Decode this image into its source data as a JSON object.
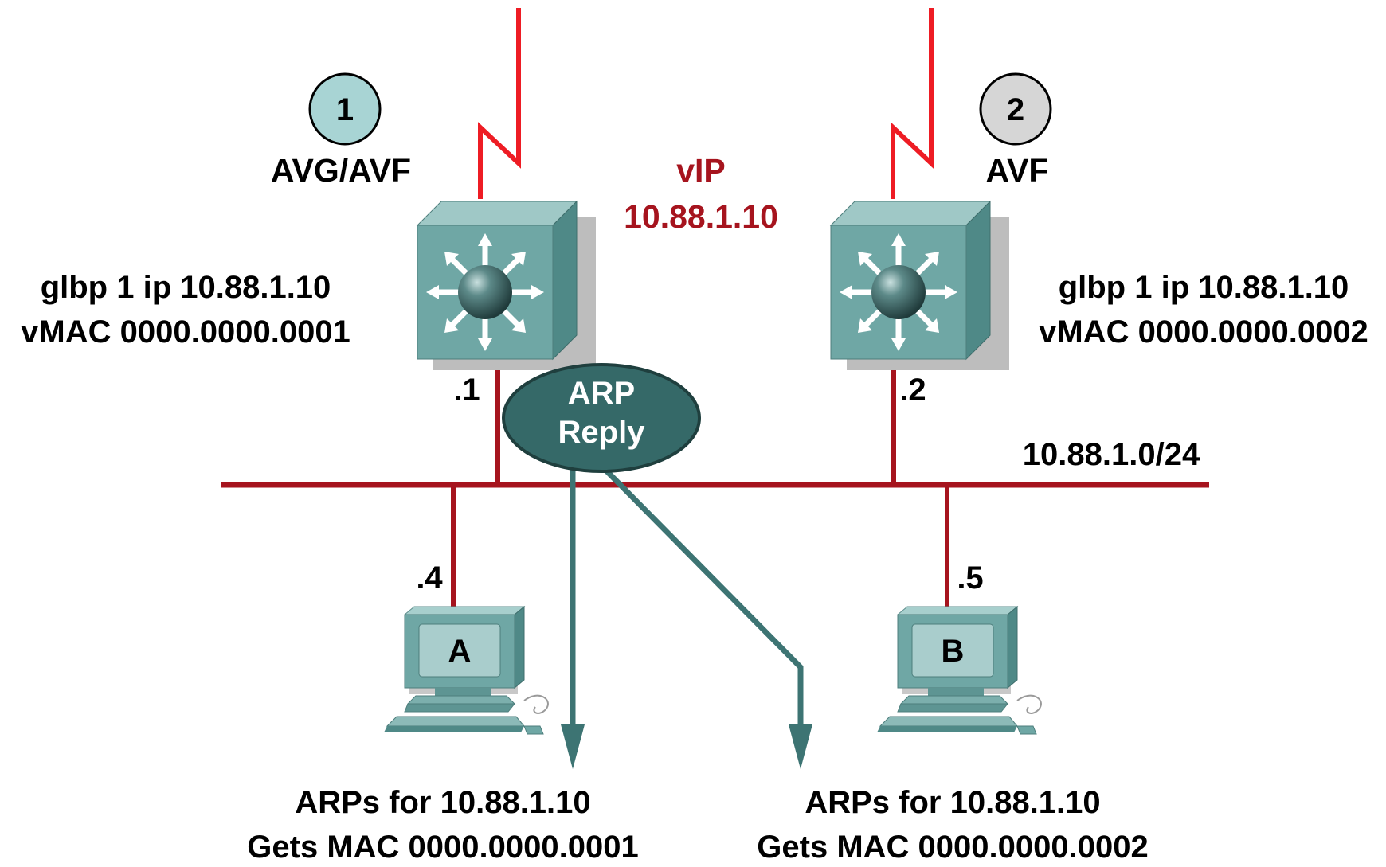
{
  "routers": [
    {
      "number": "1",
      "role": "AVG/AVF",
      "config_line1": "glbp 1 ip 10.88.1.10",
      "config_line2": "vMAC 0000.0000.0001",
      "interface": ".1",
      "badge_color": "#a8d4d4"
    },
    {
      "number": "2",
      "role": "AVF",
      "config_line1": "glbp 1 ip 10.88.1.10",
      "config_line2": "vMAC 0000.0000.0002",
      "interface": ".2",
      "badge_color": "#d6d6d6"
    }
  ],
  "virtual_ip": {
    "label": "vIP",
    "address": "10.88.1.10"
  },
  "arp_reply": {
    "line1": "ARP",
    "line2": "Reply"
  },
  "network": {
    "subnet": "10.88.1.0/24"
  },
  "hosts": [
    {
      "name": "A",
      "interface": ".4",
      "result_line1": "ARPs for 10.88.1.10",
      "result_line2": "Gets MAC 0000.0000.0001"
    },
    {
      "name": "B",
      "interface": ".5",
      "result_line1": "ARPs for 10.88.1.10",
      "result_line2": "Gets MAC 0000.0000.0002"
    }
  ],
  "colors": {
    "link": "#a6141e",
    "wan": "#ee1c24",
    "switch": "#6fa7a5",
    "arp_ellipse": "#356968",
    "arrow": "#3d7473"
  }
}
